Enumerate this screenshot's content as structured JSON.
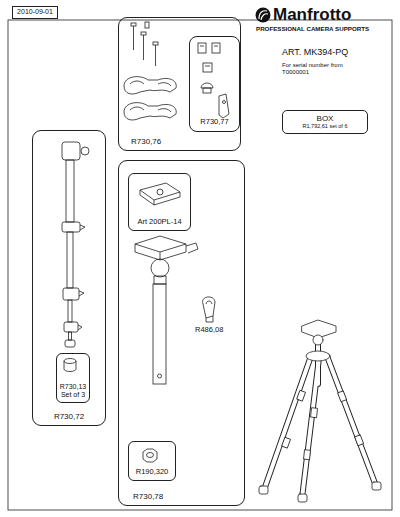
{
  "diagram": {
    "title": "ART. MK394-PQ",
    "nodes": [
      {
        "text": [
          "2010-09-01"
        ]
      },
      {
        "text": [
          "BOX",
          "R1,792,61 set of 6"
        ]
      },
      {
        "text": [
          "R730,76"
        ]
      },
      {
        "text": [
          "R730,77"
        ],
        "in": 2
      },
      {
        "text": [
          "R730,72"
        ]
      },
      {
        "text": [
          "R730,13 Set of 3"
        ],
        "in": 4
      },
      {
        "text": [
          "R730,78"
        ]
      },
      {
        "text": [
          "Art 200PL-14"
        ],
        "in": 6
      },
      {
        "text": [
          "R190,320"
        ],
        "in": 6
      }
    ],
    "labels": [
      "Manfrotto",
      "PROFESSIONAL CAMERA SUPPORTS",
      "For serial number from T0000001",
      "R486,08"
    ]
  }
}
